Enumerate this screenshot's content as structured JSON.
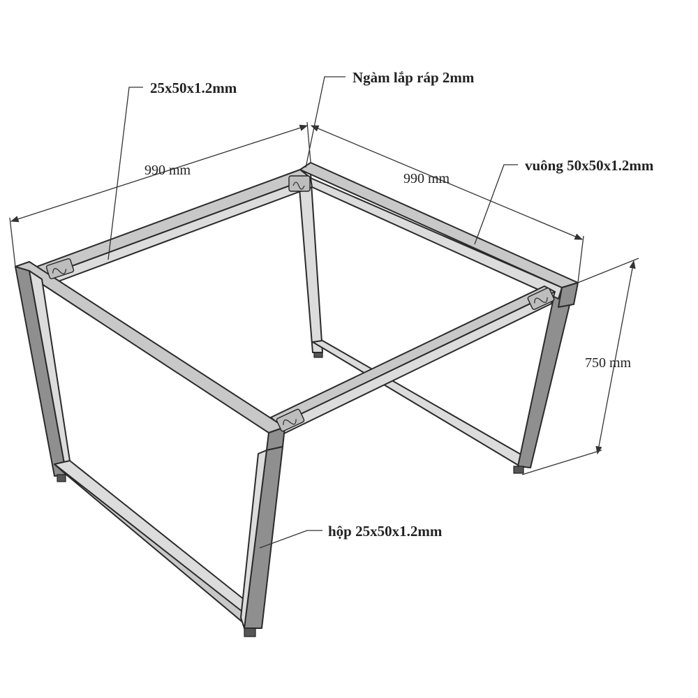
{
  "labels": {
    "top_beam": "25x50x1.2mm",
    "connector": "Ngàm lắp ráp 2mm",
    "square_tube": "vuông 50x50x1.2mm",
    "leg_tube": "hộp 25x50x1.2mm"
  },
  "dimensions": {
    "width": "990 mm",
    "depth": "990 mm",
    "height": "750 mm"
  },
  "colors": {
    "steel": "#c8c8c8",
    "steel_dark": "#8f8f8f",
    "outline": "#2a2a2a"
  }
}
